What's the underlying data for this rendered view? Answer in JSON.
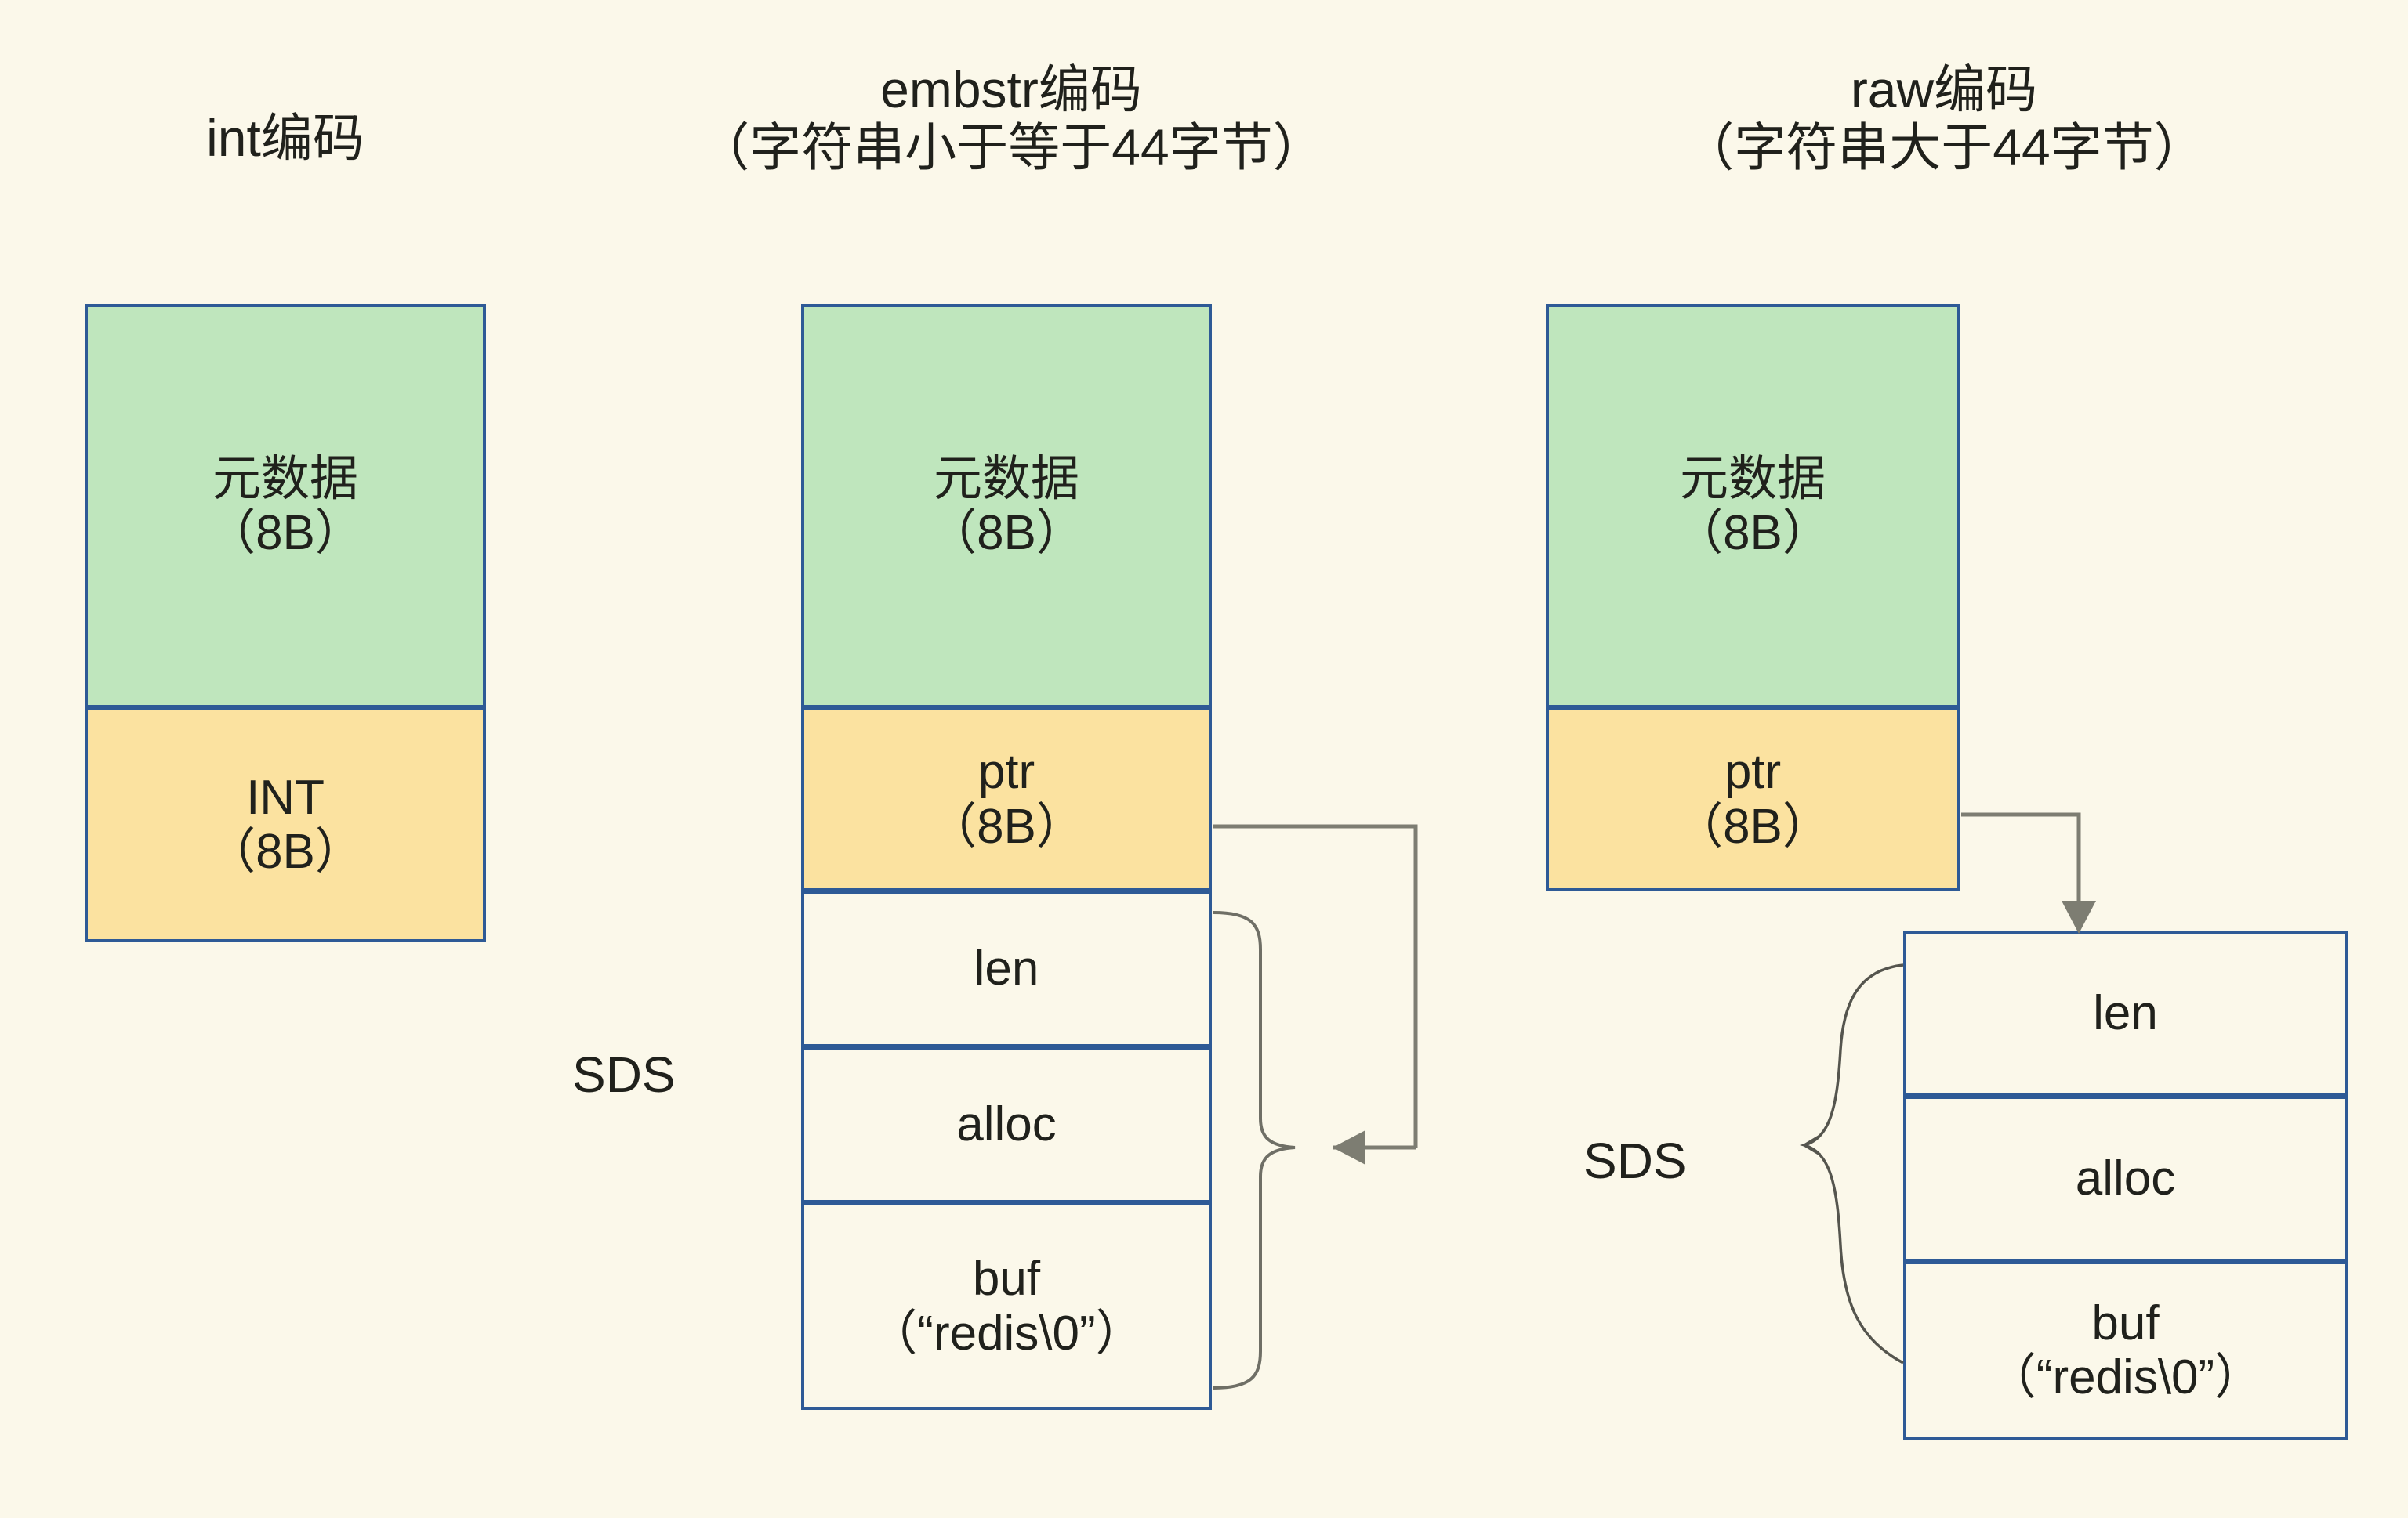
{
  "page": {
    "background_color": "#fbf8ea",
    "border_color": "#2e5a96",
    "meta_fill": "#bfe6bd",
    "ptr_fill": "#fbe2a0",
    "plain_fill": "#fbf8ea",
    "connector_color": "#7d7d72"
  },
  "columns": {
    "int": {
      "title": "int编码",
      "subtitle": "",
      "blocks": [
        {
          "label": "元数据\n（8B）",
          "kind": "meta"
        },
        {
          "label": "INT\n（8B）",
          "kind": "ptr"
        }
      ]
    },
    "embstr": {
      "title": "embstr编码",
      "subtitle": "（字符串小于等于44字节）",
      "blocks": [
        {
          "label": "元数据\n（8B）",
          "kind": "meta"
        },
        {
          "label": "ptr\n（8B）",
          "kind": "ptr"
        }
      ],
      "sds_label": "SDS",
      "sds_fields": [
        {
          "label": "len"
        },
        {
          "label": "alloc"
        },
        {
          "label": "buf\n（“redis\\0”）"
        }
      ]
    },
    "raw": {
      "title": "raw编码",
      "subtitle": "（字符串大于44字节）",
      "blocks": [
        {
          "label": "元数据\n（8B）",
          "kind": "meta"
        },
        {
          "label": "ptr\n（8B）",
          "kind": "ptr"
        }
      ],
      "sds_label": "SDS",
      "sds_fields": [
        {
          "label": "len"
        },
        {
          "label": "alloc"
        },
        {
          "label": "buf\n（“redis\\0”）"
        }
      ]
    }
  }
}
